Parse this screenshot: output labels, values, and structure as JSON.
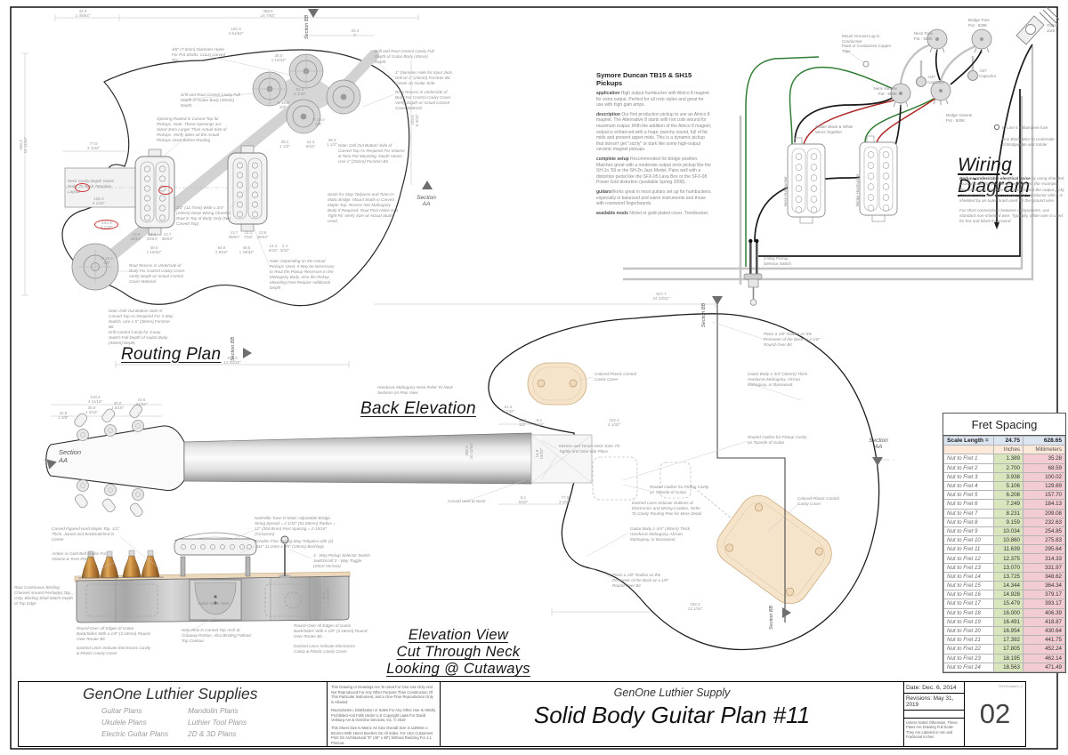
{
  "titles": {
    "routing": "Routing Plan",
    "backelev": "Back Elevation",
    "elevation": [
      "Elevation View",
      "Cut Through Neck",
      "Looking @ Cutaways"
    ],
    "wiring": "Wiring Diagram",
    "fret": "Fret Spacing"
  },
  "sections": {
    "aa": "Section\nAA",
    "bb": "Section\nBB",
    "aa_flat": "Section AA",
    "bb_flat": "Section BB"
  },
  "pickup_info": {
    "heading": "Symore Duncan TB15 & SH15 Pickups",
    "paragraphs": [
      {
        "lead": "application",
        "text": " High output humbucker with Alnico 8 magnet for extra output. Perfect for all rock styles and great for use with high gain amps."
      },
      {
        "lead": "description",
        "text": " Our first production pickup to use an Alnico 8 magnet. The Alternative 8 starts with hot coils wound for maximum output. With the addition of the Alnico 8 magnet, output is enhanced with a huge, punchy sound, full of fat mids and present upper-mids. This is a dynamic pickup that doesn't get \"sizzly\" or dark like some high-output ceramic magnet pickups."
      },
      {
        "lead": "complete setup",
        "text": " Recommended for bridge position. Matches great with a moderate output neck pickup like the SH-1n '59 or the SH-2n Jazz Model. Pairs well with a distortion pedal like the SFX-05 Lava Box or the SFX-08 Power Grid distortion (available Spring 2008)."
      },
      {
        "lead": "guitars",
        "text": "Works great in most guitars set up for humbuckers, especially in balanced and warm instruments and those with rosewood fingerboards."
      },
      {
        "lead": "available mods",
        "text": " Nickel or gold-plated cover. Trembucker."
      }
    ]
  },
  "wiring": {
    "intro_bold": "Reduce undesirable electrical noise",
    "intro_rest": " by using shielded coaxial cable for your longer wiring runs (for example, the connection between the controls and the output jack). Coaxial cable contains a center (hot) conductor which is shielded by an outer braid used for the ground wire.",
    "intro2": "For short connections between components, use standard non-shielded wire. Typically, white wire is used for hot and black for ground.",
    "labels": {
      "ground_lug": "Mount Ground Lug to Conductive\nPaint or Conductive Copper Tape",
      "neck_tone": "Neck Tone\nPot - 500K",
      "bridge_tone": "Bridge Tone\nPot - 500K",
      "output_jack": "Output\nJack",
      "cap": ".047\nCapacitor",
      "neck_volume": "Neck Volume\nPot - 500K",
      "bridge_volume": "Bridge Volume\nPot - 500K",
      "solder": "Solder Black & White\nWires Together",
      "fuse": "In-Line 5 milliampere fuse",
      "run_black": "Run Black Wire To Underside\nof Bridgeplate and Solder",
      "neck_humbucker": "Neck Humbucker",
      "bridge_humbucker": "Bridge Humbucker",
      "selector": "3-Way Pickup\nSelector Switch"
    }
  },
  "routing": {
    "notes": [
      "3/8\" (7.5mm) Diameter Holes For Pot Shafts. Cut in Carved Top.",
      "Drill and Rout Control Cavity Full Depth of Guitar Body (45mm) Depth.",
      "Opening Routed in Carved Top for Pickups. Note: These Openings are Sized 3mm Larger Than Actual Size of Pickups. Verify Sizes w/ the Actual Pickups Used Before Routing",
      "Neck Cavity Depth Varies Refer To Neck Template Layout",
      "1\" Diameter Hole for Input Jack. Drill w/ 1\" (25mm) Forstner Bit. Center on Guitar Side.",
      "Rout Recess in Underside of Body For Control Cavity Cover. Verify Depth w/ Actual Control Cover Material",
      "Note: Drill Out Bottom Side of Carved Top As Required For Volume & Tone Pot Mounting. Depth Varies. Use 1\" (25mm) Forstner Bit.",
      "Studs for Stop Tailpiece and Tune-O-Matic Bridge. Mount Studs in Carved Maple Top. Recess Into Mahogany Body If Required. Rout Post Holes to a Tight Fit. Verify Size w/ Actual Studs Used.",
      "1/2\" (12.7mm) Wide x 3/4\" (19mm) Deep Wiring Channel Rout in Top of Body Only (Not Carved Top)",
      "Note: Drill Out Bottom Side of Carved Top As Required For 3-Way Switch. Use 1.5\" (38mm) Forstner Bit.",
      "Drill Control Cavity for 3-way Switch Full Depth of Guitar Body (45mm) Depth.",
      "Note: Depending on the Actual Pickups Used, It May be Necessary to Rout the Pickup Recesses in the Mahogany Body. Also the Pickup Mounting Feet Require Additional Depth"
    ],
    "dims": [
      "44.9\n1 49/64\"",
      "358.5\n14 7/64\"",
      "35.5\n1 13/32\"",
      "25.4\n1\"",
      "77.0\n3 1/32\"",
      "102.3\n4 1/32\"",
      "258.3\n10 11/64\"",
      "38.2\n1 1/2\"",
      "14.3\n9/16\"",
      "38.3\n1 1/2\"",
      "R 19.0\n3/4\"",
      "51.6\n2 1/32\"",
      "13.8\n35/64\"",
      "13.1\n33/64\"",
      "13.7\n35/64\"",
      "40.5\n1 19/32\"",
      "64.8\n2 9/16\"",
      "48.5\n1 29/32\"",
      "2.4\n3/32\"",
      "375.3\n14 25/32\"",
      "159.5\n6 9/32\"",
      "11.1\n7/16\"",
      "100.3\n3 61/64\""
    ]
  },
  "backelev": {
    "notes": [
      "Honduras Mahogany Neck Refer To Neck Sections on Plan View",
      "Mortise and Tenon Neck Joint. Fit Tightly and Glue Into Place",
      "Curved Heel at Neck",
      "Colored Plastic Control Cavity Cover",
      "Place a 1/8\" Radius on the Perimeter of the Back w/ a 1/8\" Round-Over Bit",
      "Guitar Body 1-3/4\" (45mm) Thick. Honduras Mahogany, African Mahogany, or Basswood.",
      "Routed Outline for Pickup Cavity on Topside of Guitar",
      "Dashed Lines Indicate Outlines of Electronics and Wiring Cavities. Refer To Cavity Routing Plan for More Detail"
    ],
    "dims": [
      "119.4\n4 11/16\"",
      "34.8\n1 3/8\"",
      "30.0\n1 3/16\"",
      "24.6\n31/32\"",
      "627.7\n24 23/32\"",
      "51.2\n2 1/32\"",
      "12.6\n1/2\"",
      "8.1\n5/16\"",
      "102.3\n4 1/32\"",
      "77.0\n3 1/32\"",
      "332.2\n13 1/16\"",
      "258.3\n10 11/64\"",
      "14.9\n19/32\""
    ]
  },
  "elevation": {
    "notes": [
      "Carved Figured Hard Maple Top, 1/2\" Thick, Joined and Bookmatched in Center",
      "Amber or Gold Bell Knobs For Volume & Tone Pots",
      "Nashville Tune-O-Matic Adjustable Bridge. String Spread = 2 1/32\" (51.59mm) Radius = 12\" (304.8mm) Post Spacing = 2-15/16\" (74.61mm)",
      "Schaller Fine-Tuning Stop Tailpiece with (2) .441\" 11.2mm x .75\" (19mm) Bushings",
      "3 - Way Pickup Selector Switch. Switchcraft 3 - Way Toggle (Short Version)",
      "Rout Continuous Binding Channel Around Perimeter Top Only. Binding Shall Match Depth of Top Edge",
      "Guitar Neck Heel",
      "Round-Over All Edges of Guitar Back/Sides With a 1/8\" (3.18mm) Round-Over Router Bit.",
      "Dashed Lines Indicate Electronics Cavity & Plastic Cavity Cover",
      "Note Rise in Carved Top Arch at Cutaway Portion. Also Binding Follows Top Contour"
    ],
    "dims": [
      "45.0\n1 25/32\""
    ]
  },
  "fret_table": {
    "type": "table",
    "title": "Fret Spacing",
    "scale_row": [
      "Scale Length =",
      "24.75",
      "628.65"
    ],
    "header_row": [
      "",
      "Inches",
      "Millimeters"
    ],
    "rows": [
      [
        "Nut to Fret 1",
        "1.389",
        "35.28"
      ],
      [
        "Nut to Fret 2",
        "2.700",
        "68.59"
      ],
      [
        "Nut to Fret 3",
        "3.938",
        "100.02"
      ],
      [
        "Nut to Fret 4",
        "5.106",
        "129.69"
      ],
      [
        "Nut to Fret 5",
        "6.208",
        "157.70"
      ],
      [
        "Nut to Fret 6",
        "7.249",
        "184.13"
      ],
      [
        "Nut to Fret 7",
        "8.231",
        "209.08"
      ],
      [
        "Nut to Fret 8",
        "9.159",
        "232.63"
      ],
      [
        "Nut to Fret 9",
        "10.034",
        "254.85"
      ],
      [
        "Nut to Fret 10",
        "10.860",
        "275.83"
      ],
      [
        "Nut to Fret 11",
        "11.639",
        "295.64"
      ],
      [
        "Nut to Fret 12",
        "12.375",
        "314.33"
      ],
      [
        "Nut to Fret 13",
        "13.070",
        "331.97"
      ],
      [
        "Nut to Fret 14",
        "13.725",
        "348.62"
      ],
      [
        "Nut to Fret 15",
        "14.344",
        "364.34"
      ],
      [
        "Nut to Fret 16",
        "14.928",
        "379.17"
      ],
      [
        "Nut to Fret 17",
        "15.479",
        "393.17"
      ],
      [
        "Nut to Fret 18",
        "16.000",
        "406.39"
      ],
      [
        "Nut to Fret 19",
        "16.491",
        "418.87"
      ],
      [
        "Nut to Fret 20",
        "16.954",
        "430.64"
      ],
      [
        "Nut to Fret 21",
        "17.392",
        "441.75"
      ],
      [
        "Nut to Fret 22",
        "17.805",
        "452.24"
      ],
      [
        "Nut to Fret 23",
        "18.195",
        "462.14"
      ],
      [
        "Nut to Fret 24",
        "18.563",
        "471.49"
      ]
    ]
  },
  "title_block": {
    "logo_company": "GenOne Luthier Supplies",
    "logo_col1": [
      "Guitar Plans",
      "Ukulele Plans",
      "Electric Guitar Plans"
    ],
    "logo_col2": [
      "Mandolin Plans",
      "Luthier Tool Plans",
      "2D & 3D Plans"
    ],
    "legal1": "This Drawing or Drawings Are To Used For One Use Only And Not Reproduced For Any Other Purpose Than Construction Of This Particular Instrument, and a One-Time Reproduction Only is Allowed",
    "legal2": "Reproduction, Distribution or Sales For Any Other Use Is Strictly Prohibited And Falls Under U.S Copyright Laws For David VerBurg AIA & GenOne Services, Inc. © 2019",
    "legal3": "This Sheet Size Is Metric A0 Size Overall Size is 1189mm x 841mm With 15mm Borders On All Sides. For USA Customers Print On Architectural \"E\" (36\" x 48\") Without Resizing For 1:1 Printout.",
    "company": "GenOne Luthier Supply",
    "plan_title": "Solid Body Guitar Plan #11",
    "date": "Date: Dec. 6, 2014",
    "revisions": "Revisions: May 31, 2019",
    "scale_note": "Unless Noted Otherwise, These Plans Are Drawing Full Scale. They Are Labeled in mm and Fractional Inches",
    "doc_code": "DVHCustom_2",
    "sheet_number": "02"
  }
}
